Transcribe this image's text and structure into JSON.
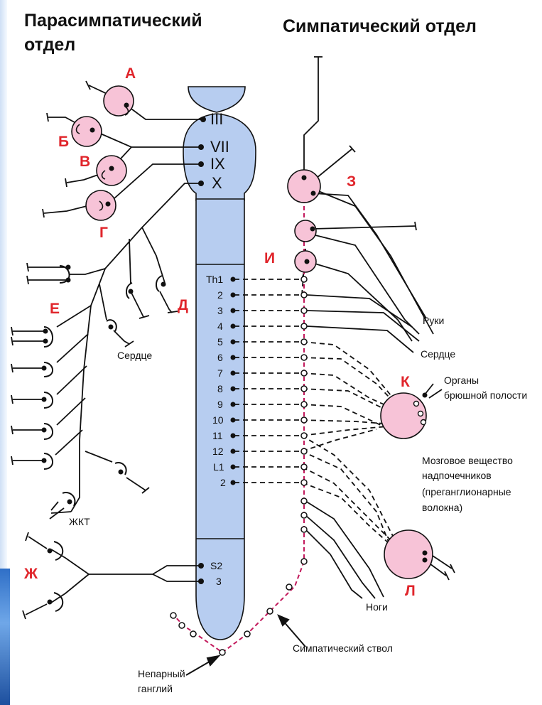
{
  "titles": {
    "parasympathetic_line1": "Парасимпатический",
    "parasympathetic_line2": "отдел",
    "sympathetic": "Симпатический отдел"
  },
  "cranial_nerves": [
    "III",
    "VII",
    "IX",
    "X"
  ],
  "spinal_segments": [
    "Th1",
    "2",
    "3",
    "4",
    "5",
    "6",
    "7",
    "8",
    "9",
    "10",
    "11",
    "12",
    "L1",
    "2"
  ],
  "sacral_segments": [
    "S2",
    "3"
  ],
  "letter_labels": {
    "a": "А",
    "b": "Б",
    "v": "В",
    "g": "Г",
    "d": "Д",
    "e": "Е",
    "zh": "Ж",
    "z": "З",
    "i": "И",
    "k": "К",
    "l": "Л"
  },
  "text_labels": {
    "heart_left": "Сердце",
    "gi_tract": "ЖКТ",
    "arms": "Руки",
    "heart_right": "Сердце",
    "abdominal_line1": "Органы",
    "abdominal_line2": "брюшной полости",
    "adrenal_line1": "Мозговое вещество",
    "adrenal_line2": "надпочечников",
    "adrenal_line3": "(преганглионарные",
    "adrenal_line4": "волокна)",
    "legs": "Ноги",
    "symp_trunk": "Симпатический ствол",
    "unpaired_line1": "Непарный",
    "unpaired_line2": "ганглий"
  },
  "colors": {
    "spine_fill": "#b7cdf0",
    "ganglion_fill": "#f7c3d7",
    "label_red": "#e0252b",
    "trunk": "#c2185b"
  }
}
